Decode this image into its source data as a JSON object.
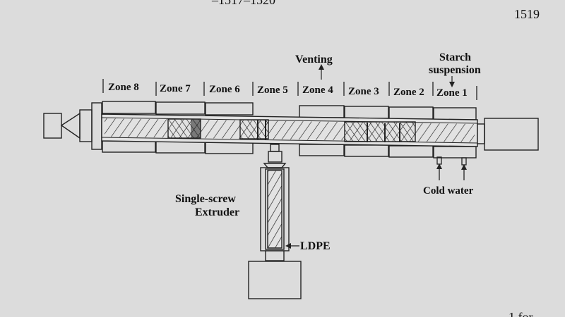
{
  "header": {
    "cropped_top": "–1517–1520",
    "page_number": "1519",
    "cropped_bottom": "1 for"
  },
  "labels": {
    "venting": "Venting",
    "starch_line1": "Starch",
    "starch_line2": "suspension",
    "cold_water": "Cold water",
    "single_screw_line1": "Single-screw",
    "single_screw_line2": "Extruder",
    "ldpe": "LDPE"
  },
  "zones": [
    {
      "label": "Zone 8"
    },
    {
      "label": "Zone 7"
    },
    {
      "label": "Zone 6"
    },
    {
      "label": "Zone 5"
    },
    {
      "label": "Zone 4"
    },
    {
      "label": "Zone 3"
    },
    {
      "label": "Zone 2"
    },
    {
      "label": "Zone 1"
    }
  ],
  "colors": {
    "background": "#dcdcdc",
    "line": "#222222"
  }
}
